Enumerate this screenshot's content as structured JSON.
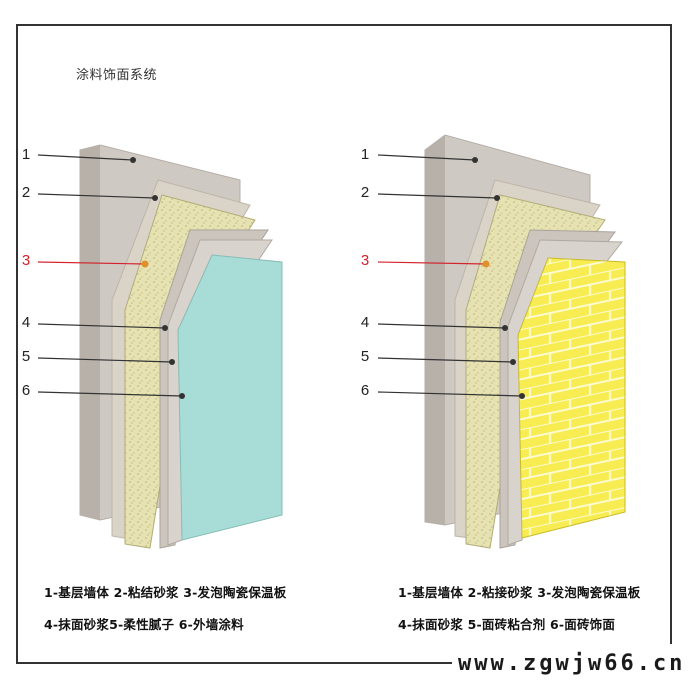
{
  "title": "涂料饰面系统",
  "left_panel": {
    "labels": [
      "1",
      "2",
      "3",
      "4",
      "5",
      "6"
    ],
    "legend_line1": "1-基层墙体 2-粘结砂浆 3-发泡陶瓷保温板",
    "legend_line2": "4-抹面砂浆5-柔性腻子 6-外墙涂料"
  },
  "right_panel": {
    "labels": [
      "1",
      "2",
      "3",
      "4",
      "5",
      "6"
    ],
    "legend_line1": "1-基层墙体 2-粘接砂浆 3-发泡陶瓷保温板",
    "legend_line2": "4-抹面砂浆 5-面砖粘合剂 6-面砖饰面"
  },
  "watermark": "www.zgwjw66.cn",
  "colors": {
    "wall": "#cfc9c3",
    "mortar": "#ddd7cc",
    "insulation": "#e6e2b2",
    "coat": "#d2cdc6",
    "paint": "#a8dcd6",
    "tile": "#f4e84a",
    "highlight_label": "#d4222c"
  }
}
